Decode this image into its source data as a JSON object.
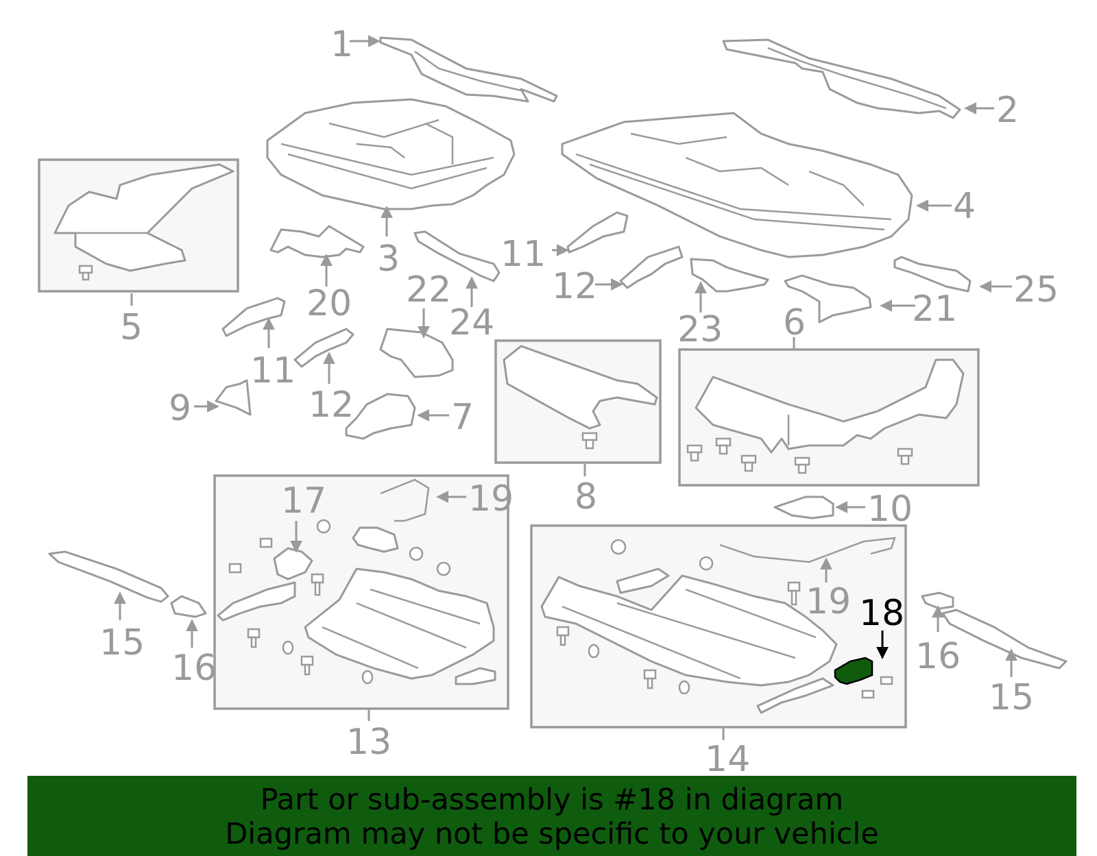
{
  "highlight": {
    "part": "18",
    "color": "#0f5c0f"
  },
  "banner": {
    "line1": "Part or sub-assembly is #18 in diagram",
    "line2": "Diagram may not be specific to your vehicle",
    "background": "#0f5c0f"
  },
  "callouts": {
    "c1": "1",
    "c2": "2",
    "c3": "3",
    "c4": "4",
    "c5": "5",
    "c6": "6",
    "c7": "7",
    "c8": "8",
    "c9": "9",
    "c10": "10",
    "c11a": "11",
    "c11b": "11",
    "c12a": "12",
    "c12b": "12",
    "c13": "13",
    "c14": "14",
    "c15a": "15",
    "c15b": "15",
    "c16a": "16",
    "c16b": "16",
    "c17": "17",
    "c18": "18",
    "c19a": "19",
    "c19b": "19",
    "c20": "20",
    "c21": "21",
    "c22": "22",
    "c23": "23",
    "c24": "24",
    "c25": "25"
  }
}
